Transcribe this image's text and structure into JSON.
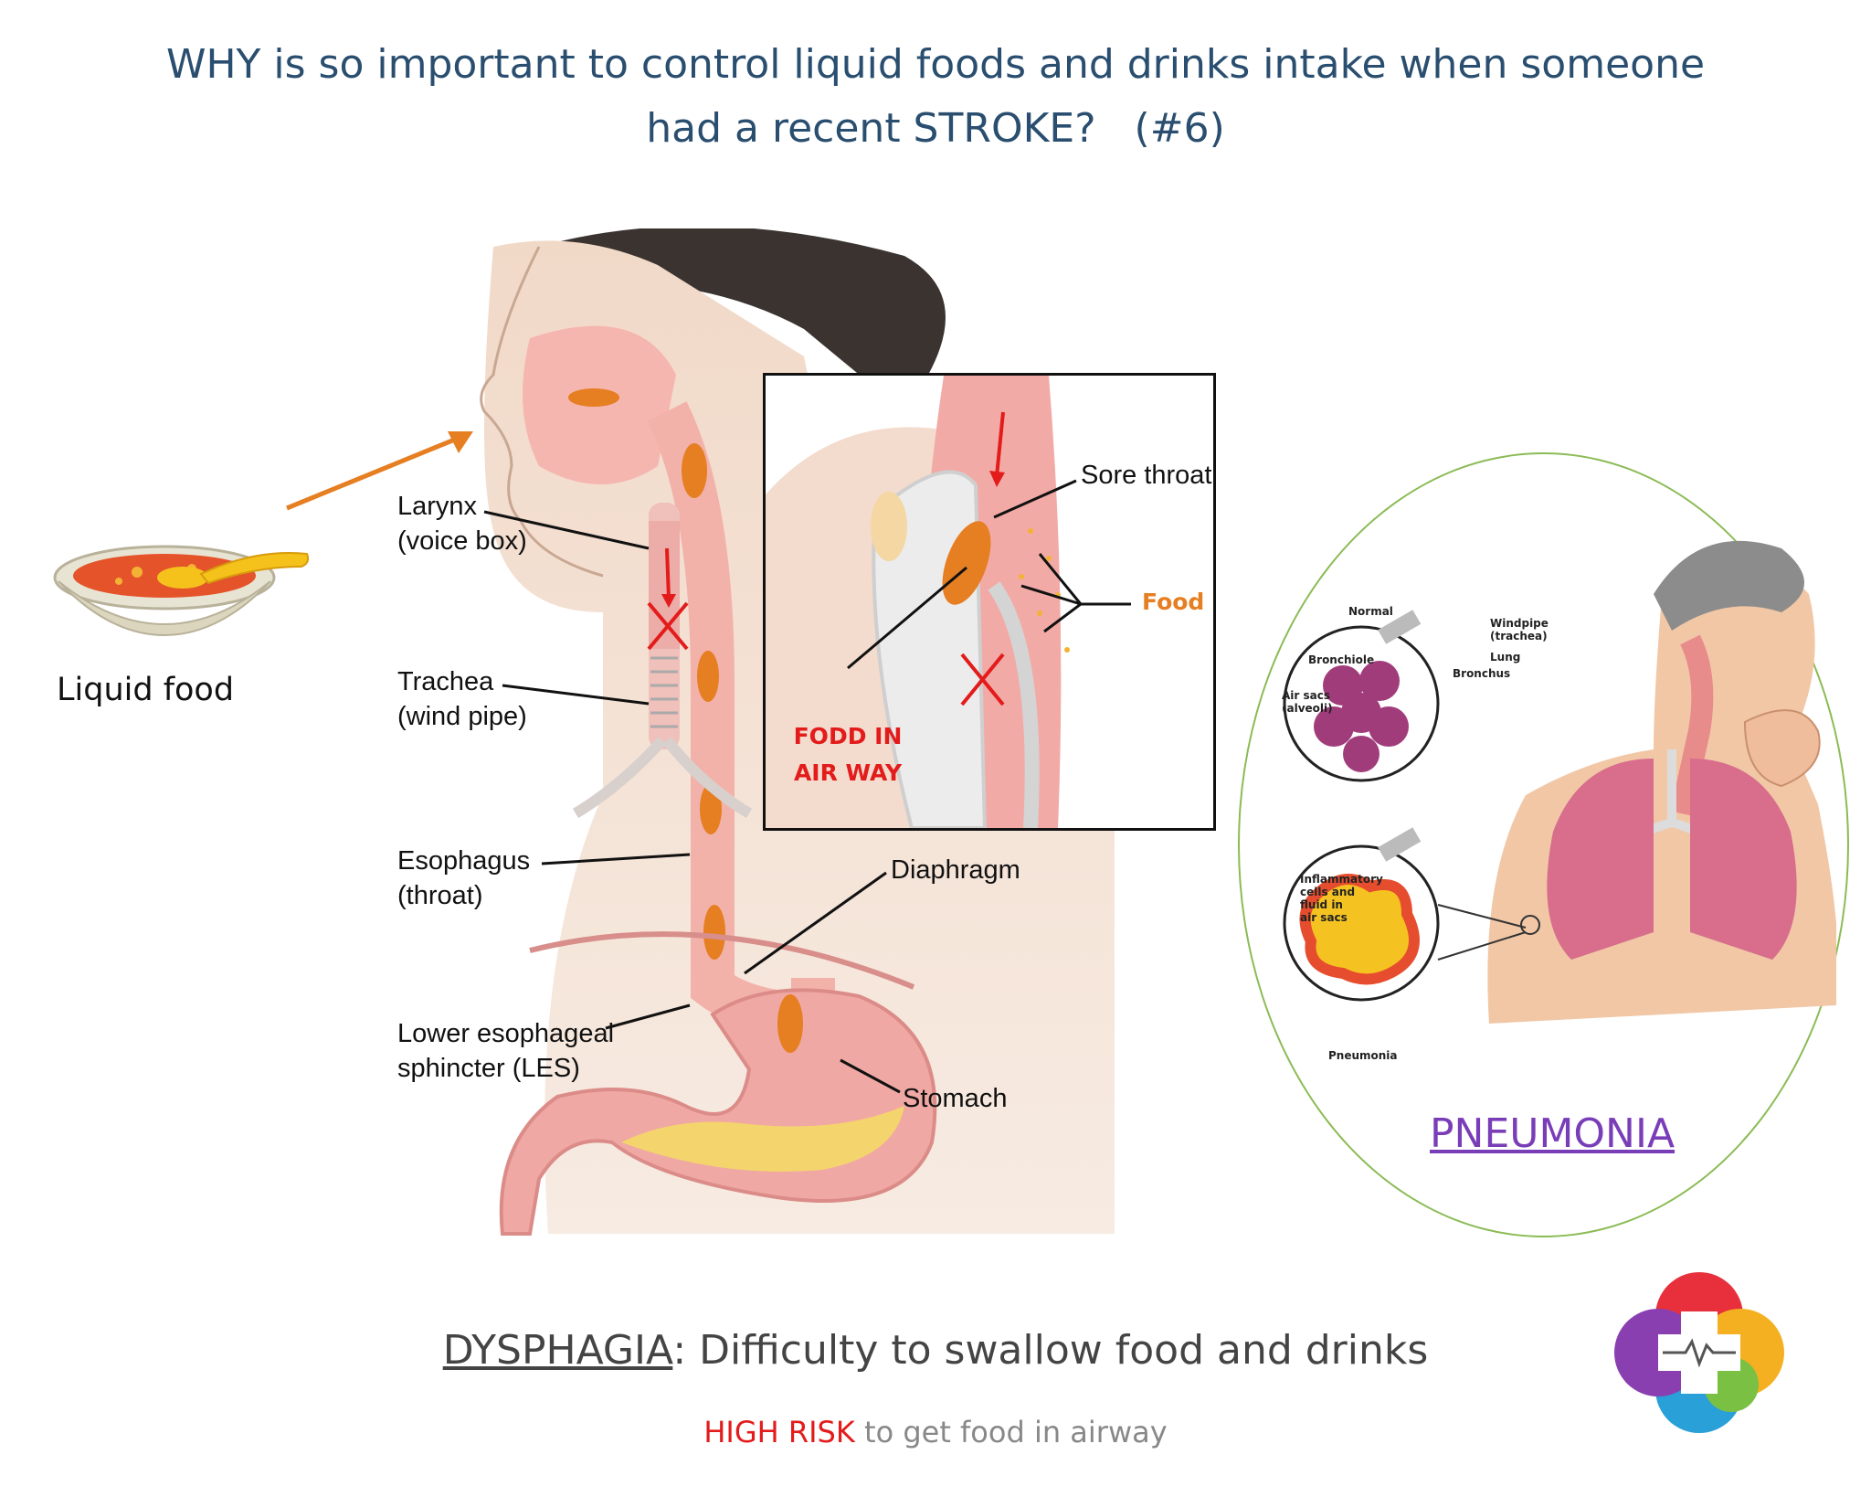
{
  "title": {
    "line1": "WHY is so important to control liquid foods and drinks intake when someone",
    "line2": "had a recent STROKE?   (#6)"
  },
  "left_label": "Liquid food",
  "anatomy_labels": {
    "larynx": [
      "Larynx",
      "(voice box)"
    ],
    "trachea": [
      "Trachea",
      "(wind pipe)"
    ],
    "esophagus": [
      "Esophagus",
      "(throat)"
    ],
    "les": [
      "Lower esophageal",
      "sphincter (LES)"
    ],
    "diaphragm": "Diaphragm",
    "stomach": "Stomach"
  },
  "inset": {
    "sore_throat": "Sore throat",
    "food": "Food",
    "airway_line1": "FODD IN",
    "airway_line2": "AIR WAY"
  },
  "pneumonia_panel": {
    "normal": "Normal",
    "bronchiole": "Bronchiole",
    "air_sacs": [
      "Air sacs",
      "(alveoli)"
    ],
    "windpipe": [
      "Windpipe",
      "(trachea)"
    ],
    "lung": "Lung",
    "bronchus": "Bronchus",
    "inflammatory": [
      "Inflammatory",
      "cells and",
      "fluid in",
      "air sacs"
    ],
    "pneumonia_small": "Pneumonia",
    "heading": "PNEUMONIA"
  },
  "footer": {
    "term": "DYSPHAGIA",
    "definition": ": Difficulty to swallow food and drinks",
    "risk_highlight": "HIGH RISK",
    "risk_rest": " to get food in airway"
  },
  "colors": {
    "title": "#2a4e6f",
    "arrow": "#e67e22",
    "alert_red": "#e31b1b",
    "pneumonia": "#7a3db8",
    "ellipse_border": "#8bbb55"
  },
  "icons": [
    "soup-bowl-icon",
    "medical-cross-logo-icon"
  ]
}
